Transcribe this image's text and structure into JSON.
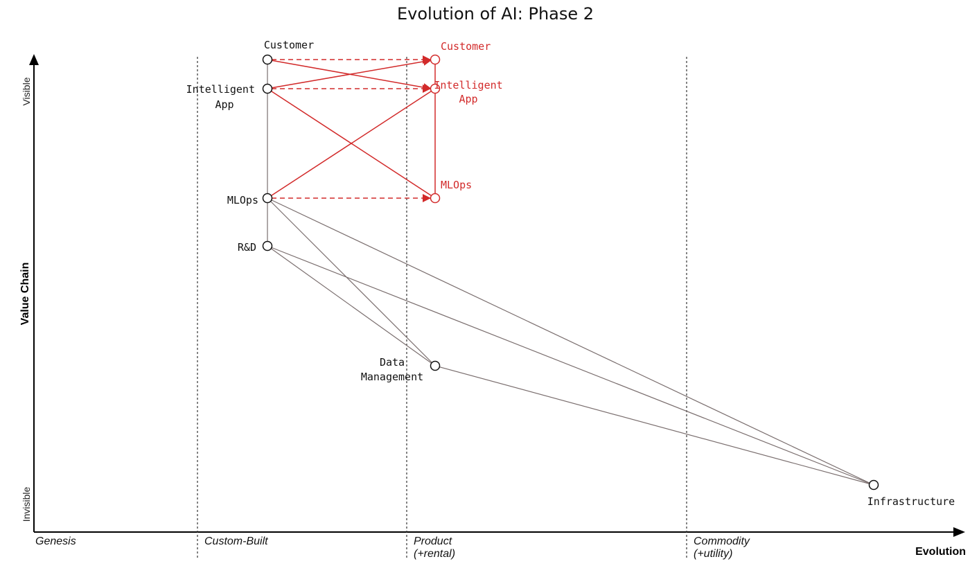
{
  "title": "Evolution of AI: Phase 2",
  "y_axis": {
    "label": "Value Chain",
    "top": "Visible",
    "bottom": "Invisible"
  },
  "x_axis": {
    "label": "Evolution",
    "stages": [
      {
        "line1": "Genesis",
        "line2": ""
      },
      {
        "line1": "Custom-Built",
        "line2": ""
      },
      {
        "line1": "Product",
        "line2": "(+rental)"
      },
      {
        "line1": "Commodity",
        "line2": "(+utility)"
      }
    ]
  },
  "components": {
    "customer": {
      "line1": "Customer",
      "line2": "",
      "color": "#111111"
    },
    "intelligent_app": {
      "line1": "Intelligent",
      "line2": "App",
      "color": "#111111"
    },
    "mlops": {
      "line1": "MLOps",
      "line2": "",
      "color": "#111111"
    },
    "rnd": {
      "line1": "R&D",
      "line2": "",
      "color": "#111111"
    },
    "data_management": {
      "line1": "Data",
      "line2": "Management",
      "color": "#111111"
    },
    "infrastructure": {
      "line1": "Infrastructure",
      "line2": "",
      "color": "#111111"
    },
    "customer_evolved": {
      "line1": "Customer",
      "line2": "",
      "color": "#d22a2a"
    },
    "intelligent_app_evolved": {
      "line1": "Intelligent",
      "line2": "App",
      "color": "#d22a2a"
    },
    "mlops_evolved": {
      "line1": "MLOps",
      "line2": "",
      "color": "#d22a2a"
    }
  },
  "colors": {
    "link": "#7a6e6e",
    "evolution": "#d22a2a",
    "axis": "#000000"
  }
}
